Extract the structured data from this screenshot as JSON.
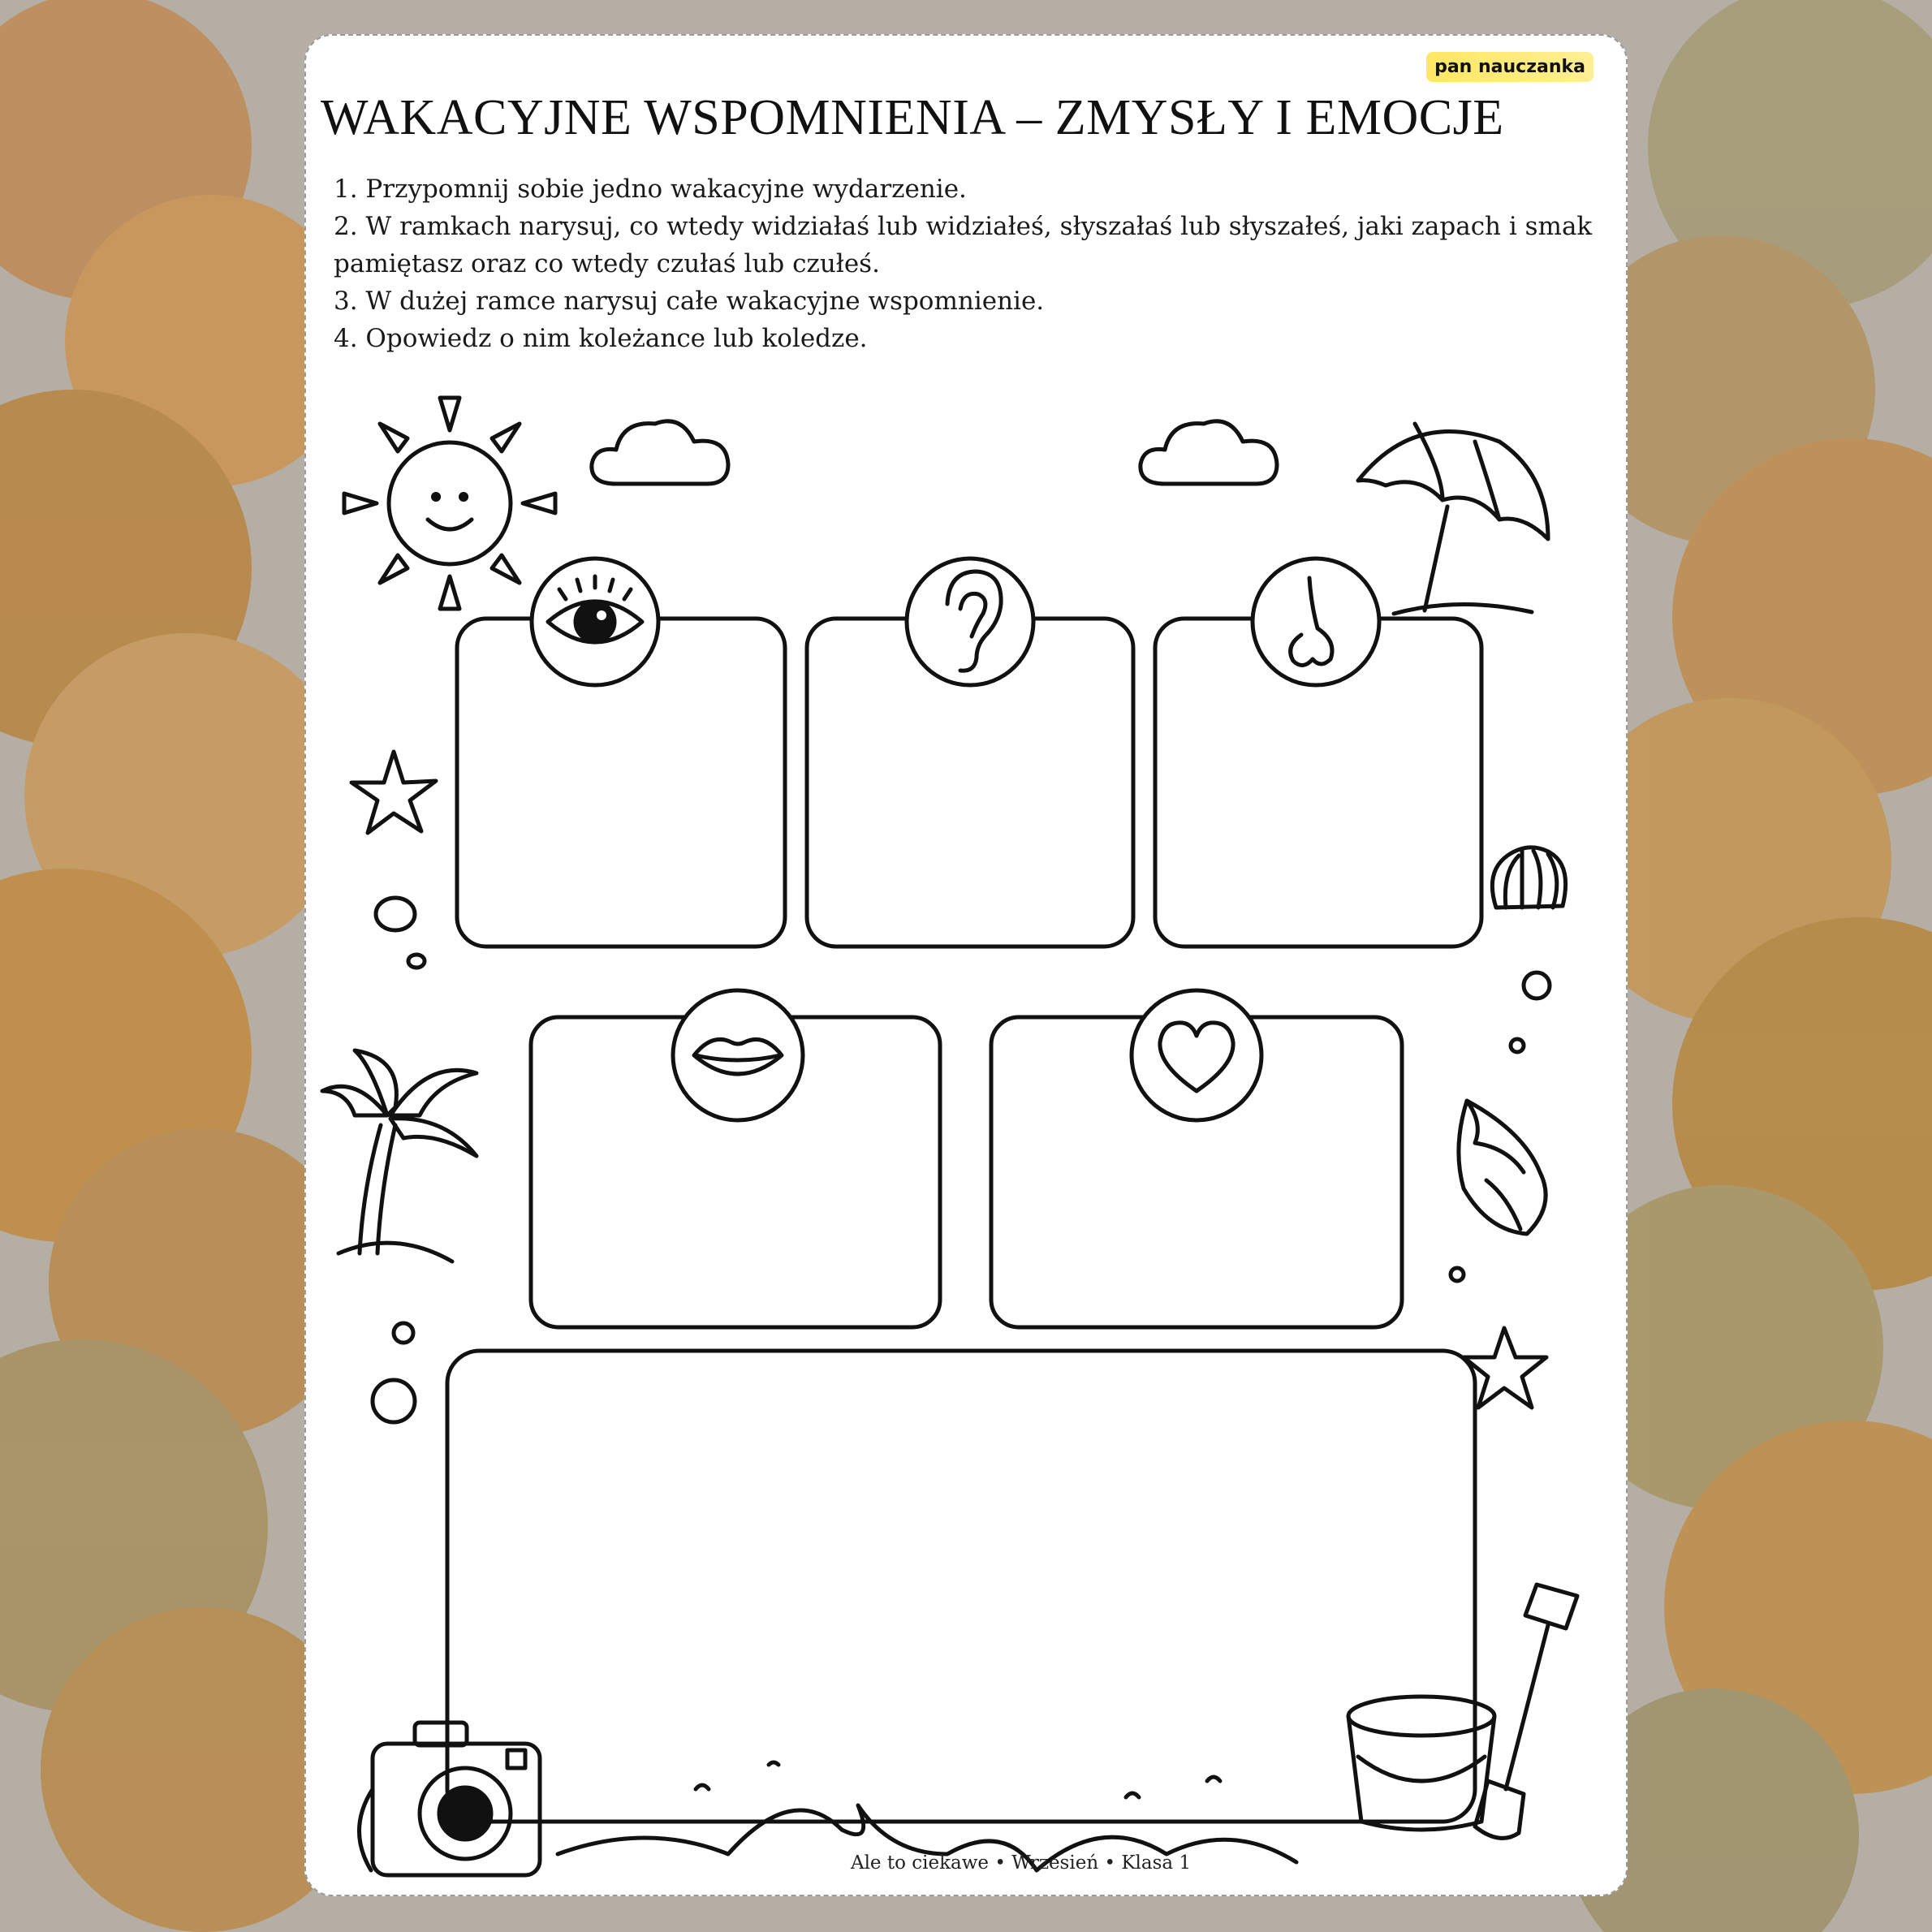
{
  "worksheet": {
    "brand": "pan nauczanka",
    "title": "WAKACYJNE WSPOMNIENIA – ZMYSŁY I EMOCJE",
    "instructions": [
      "1. Przypomnij sobie jedno wakacyjne wydarzenie.",
      "2. W ramkach narysuj, co wtedy widziałaś lub widziałeś, słyszałaś lub słyszałeś, jaki zapach i smak",
      "pamiętasz oraz co wtedy czułaś lub czułeś.",
      "3. W dużej ramce narysuj całe wakacyjne wspomnienie.",
      "4. Opowiedz o nim koleżance lub koledze."
    ],
    "footer": "Ale to ciekawe • Wrzesień • Klasa 1"
  },
  "drawing_frames": [
    {
      "sense": "sight",
      "icon": "eye-icon"
    },
    {
      "sense": "hearing",
      "icon": "ear-icon"
    },
    {
      "sense": "smell",
      "icon": "nose-icon"
    },
    {
      "sense": "taste",
      "icon": "lips-icon"
    },
    {
      "sense": "feeling",
      "icon": "heart-icon"
    },
    {
      "sense": "whole-memory",
      "icon": ""
    }
  ],
  "decorations": [
    "sun-icon",
    "cloud-icon",
    "beach-umbrella-icon",
    "starfish-icon",
    "seashell-icon",
    "palm-tree-icon",
    "conch-shell-icon",
    "camera-icon",
    "bucket-icon",
    "shovel-icon",
    "wave-icon"
  ],
  "colors": {
    "ink": "#111111",
    "highlight": "#ffe65a",
    "foliage_orange": "#c98a3a",
    "foliage_green": "#8a8f55"
  }
}
